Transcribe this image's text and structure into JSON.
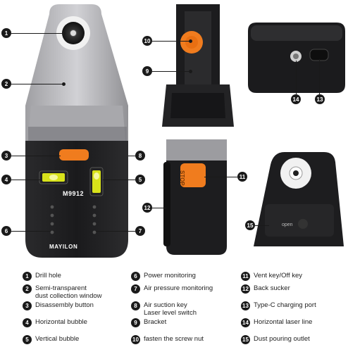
{
  "device": {
    "model": "M9912",
    "brand": "MAYILON",
    "stop_label": "STOP",
    "open_label": "open"
  },
  "callouts": [
    "1",
    "2",
    "3",
    "4",
    "5",
    "6",
    "7",
    "8",
    "9",
    "10",
    "11",
    "12",
    "13",
    "14",
    "15"
  ],
  "legend": [
    {
      "num": "1",
      "lines": [
        "Drill hole"
      ]
    },
    {
      "num": "2",
      "lines": [
        "Semi-transparent",
        "dust collection window"
      ]
    },
    {
      "num": "3",
      "lines": [
        "Disassembly button"
      ]
    },
    {
      "num": "4",
      "lines": [
        "Horizontal bubble"
      ]
    },
    {
      "num": "5",
      "lines": [
        "Vertical bubble"
      ]
    },
    {
      "num": "6",
      "lines": [
        "Power monitoring"
      ]
    },
    {
      "num": "7",
      "lines": [
        "Air pressure monitoring"
      ]
    },
    {
      "num": "8",
      "lines": [
        "Air suction key",
        "Laser level switch"
      ]
    },
    {
      "num": "9",
      "lines": [
        "Bracket"
      ]
    },
    {
      "num": "10",
      "lines": [
        "fasten the screw nut"
      ]
    },
    {
      "num": "11",
      "lines": [
        "Vent key/Off key"
      ]
    },
    {
      "num": "12",
      "lines": [
        "Back sucker"
      ]
    },
    {
      "num": "13",
      "lines": [
        "Type-C charging port"
      ]
    },
    {
      "num": "14",
      "lines": [
        "Horizontal laser line"
      ]
    },
    {
      "num": "15",
      "lines": [
        "Dust pouring outlet"
      ]
    }
  ],
  "colors": {
    "accent": "#f07c1e",
    "body": "#1e1e20",
    "bubble": "#d8e21a"
  }
}
